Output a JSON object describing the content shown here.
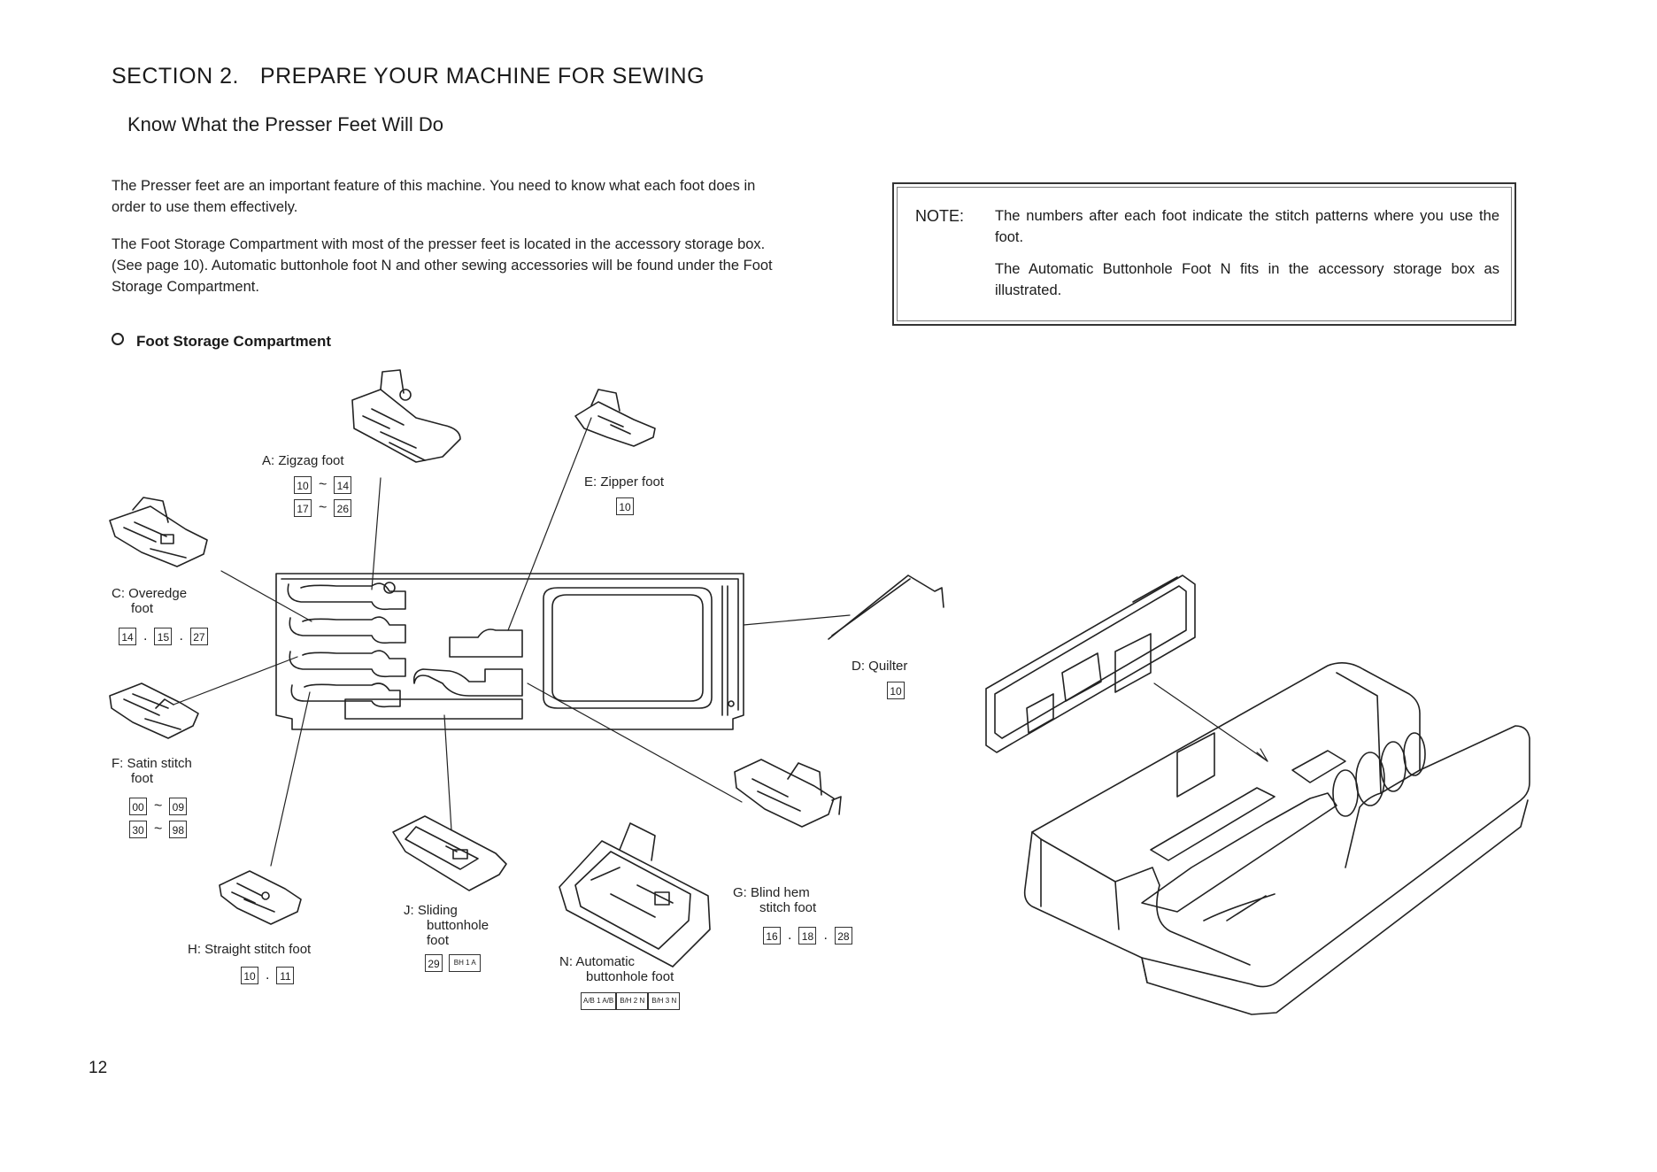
{
  "header": {
    "section_number": "SECTION 2.",
    "section_title": "PREPARE YOUR MACHINE FOR SEWING",
    "subtitle": "Know What the Presser Feet Will Do"
  },
  "intro": {
    "paragraph_1": "The Presser feet are an important feature of this machine.  You need to know what each foot does in order to use them effectively.",
    "paragraph_2": "The Foot Storage Compartment with most of the presser feet is located in the accessory storage box. (See page 10). Automatic buttonhole foot N and other sewing accessories will be found under the Foot Storage Compartment."
  },
  "note": {
    "label": "NOTE:",
    "line_1": "The numbers after each foot indicate the stitch patterns where you use the foot.",
    "line_2": "The Automatic Buttonhole Foot N fits in the accessory storage box as illustrated."
  },
  "compartment_heading": "Foot Storage Compartment",
  "feet": {
    "a": {
      "label": "A: Zigzag foot",
      "row1": [
        "10",
        "14"
      ],
      "row2": [
        "17",
        "26"
      ],
      "range_sep": "~"
    },
    "c": {
      "label_1": "C: Overedge",
      "label_2": "foot",
      "codes": [
        "14",
        "15",
        "27"
      ],
      "list_sep": "."
    },
    "e": {
      "label": "E: Zipper foot",
      "codes": [
        "10"
      ]
    },
    "d": {
      "label": "D: Quilter",
      "codes": [
        "10"
      ]
    },
    "f": {
      "label_1": "F: Satin stitch",
      "label_2": "foot",
      "row1": [
        "00",
        "09"
      ],
      "row2": [
        "30",
        "98"
      ],
      "range_sep": "~"
    },
    "h": {
      "label": "H: Straight stitch foot",
      "codes": [
        "10",
        "11"
      ],
      "list_sep": "."
    },
    "j": {
      "label_1": "J: Sliding",
      "label_2": "buttonhole",
      "label_3": "foot",
      "codes": [
        "29"
      ],
      "pattern_code": "BH 1 A"
    },
    "n": {
      "label_1": "N: Automatic",
      "label_2": "buttonhole foot",
      "pattern_codes": [
        "A/B 1 A/B",
        "B/H 2 N",
        "B/H 3 N"
      ]
    },
    "g": {
      "label_1": "G: Blind hem",
      "label_2": "stitch foot",
      "codes": [
        "16",
        "18",
        "28"
      ],
      "list_sep": "."
    }
  },
  "page_number": "12"
}
